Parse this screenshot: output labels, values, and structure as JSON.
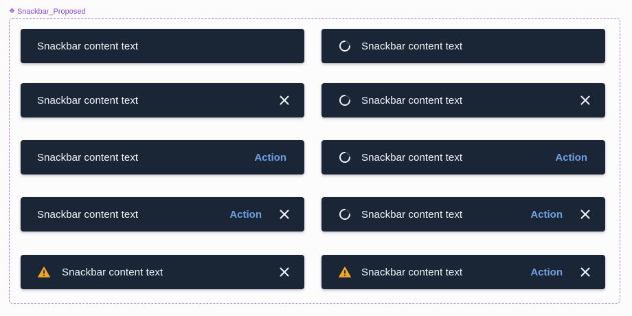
{
  "frame": {
    "label": "Snackbar_Proposed",
    "accent_color": "#8b45e8"
  },
  "colors": {
    "snackbar_bg": "#1a2535",
    "text": "#f3f5f8",
    "action": "#6fa0e4",
    "warning": "#f5a524"
  },
  "icons": {
    "frame_label": "component-icon",
    "loading": "spinner-icon",
    "close": "close-icon",
    "warning": "warning-icon"
  },
  "snackbars": [
    {
      "text": "Snackbar content text"
    },
    {
      "text": "Snackbar content text"
    },
    {
      "text": "Snackbar content text"
    },
    {
      "text": "Snackbar content text"
    },
    {
      "text": "Snackbar content text",
      "action": "Action"
    },
    {
      "text": "Snackbar content text",
      "action": "Action"
    },
    {
      "text": "Snackbar content text",
      "action": "Action"
    },
    {
      "text": "Snackbar content text",
      "action": "Action"
    },
    {
      "text": "Snackbar content text"
    },
    {
      "text": "Snackbar content text",
      "action": "Action"
    }
  ]
}
